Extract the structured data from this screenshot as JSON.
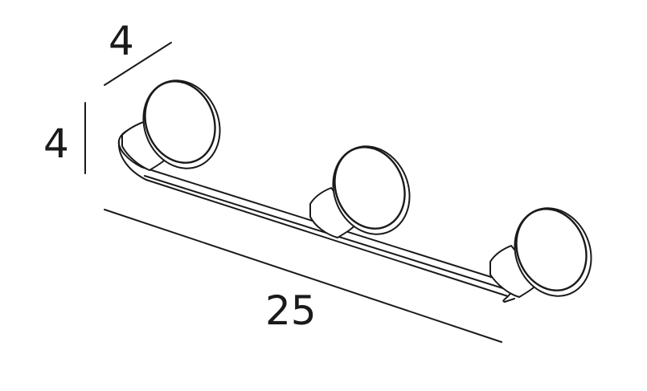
{
  "dimensions": {
    "depth_label": "4",
    "height_label": "4",
    "length_label": "25"
  },
  "colors": {
    "line": "#1a1a1a",
    "background": "#ffffff"
  },
  "product": {
    "hook_count": 3
  }
}
